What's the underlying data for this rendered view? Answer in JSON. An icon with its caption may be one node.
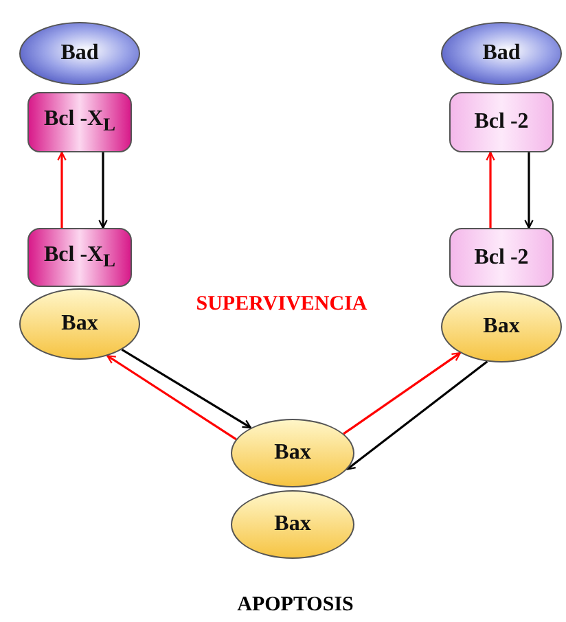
{
  "diagram": {
    "nodes": [
      {
        "text": [
          "Bad"
        ]
      },
      {
        "text": [
          "Bcl -X$_{L}$"
        ]
      },
      {
        "text": [
          "Bcl -X$_{L}$"
        ]
      },
      {
        "text": [
          "Bax"
        ]
      },
      {
        "text": [
          "Bad"
        ]
      },
      {
        "text": [
          "Bcl -2"
        ]
      },
      {
        "text": [
          "Bcl -2"
        ]
      },
      {
        "text": [
          "Bax"
        ]
      },
      {
        "text": [
          "Bax"
        ]
      },
      {
        "text": [
          "Bax"
        ]
      }
    ],
    "edges": [
      {
        "from": 2,
        "to": 1,
        "arrow": "to",
        "color": "#ff0000"
      },
      {
        "from": 1,
        "to": 2,
        "arrow": "to",
        "color": "#000000"
      },
      {
        "from": 6,
        "to": 5,
        "arrow": "to",
        "color": "#ff0000"
      },
      {
        "from": 5,
        "to": 6,
        "arrow": "to",
        "color": "#000000"
      },
      {
        "from": 3,
        "to": 8,
        "arrow": "to",
        "color": "#000000"
      },
      {
        "from": 8,
        "to": 3,
        "arrow": "to",
        "color": "#ff0000"
      },
      {
        "from": 8,
        "to": 7,
        "arrow": "to",
        "color": "#ff0000"
      },
      {
        "from": 7,
        "to": 8,
        "arrow": "to",
        "color": "#000000"
      }
    ],
    "labels": [
      "SUPERVIVENCIA",
      "APOPTOSIS"
    ]
  }
}
